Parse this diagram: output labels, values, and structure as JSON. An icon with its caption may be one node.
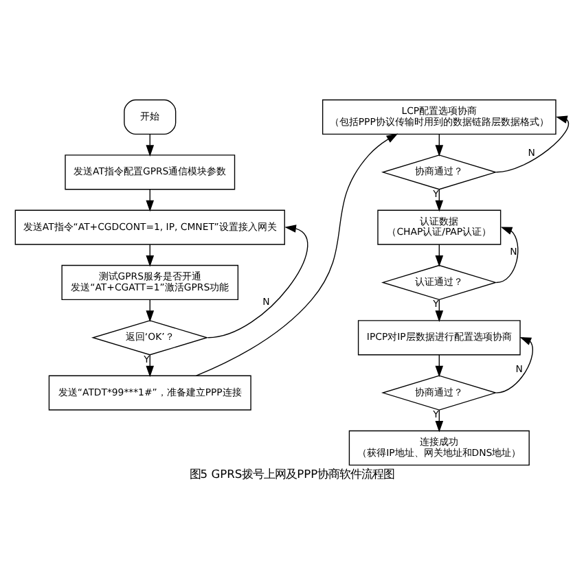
{
  "diagram": {
    "caption": "图5 GPRS拨号上网及PPP协商软件流程图",
    "nodes": [
      {
        "text": [
          "开始"
        ]
      },
      {
        "text": [
          "发送AT指令配置GPRS通信模块参数"
        ]
      },
      {
        "text": [
          "发送AT指令“AT+CGDCONT=1, IP, CMNET”设置接入网关"
        ]
      },
      {
        "text": [
          "测试GPRS服务是否开通",
          "发送“AT+CGATT=1”激活GPRS功能"
        ]
      },
      {
        "text": [
          "返回‘OK’？"
        ]
      },
      {
        "text": [
          "发送“ATDT*99***1#”，准备建立PPP连接"
        ]
      },
      {
        "text": [
          "LCP配置选项协商",
          "（包括PPP协议传输时用到的数据链路层数据格式）"
        ]
      },
      {
        "text": [
          "协商通过？"
        ]
      },
      {
        "text": [
          "认证数据",
          "（CHAP认证/PAP认证）"
        ]
      },
      {
        "text": [
          "认证通过？"
        ]
      },
      {
        "text": [
          "IPCP对IP层数据进行配置选项协商"
        ]
      },
      {
        "text": [
          "协商通过？"
        ]
      },
      {
        "text": [
          "连接成功",
          "（获得IP地址、网关地址和DNS地址）"
        ]
      }
    ],
    "edges": [
      {
        "from": 0,
        "to": 1,
        "arrow": "to"
      },
      {
        "from": 1,
        "to": 2,
        "arrow": "to"
      },
      {
        "from": 2,
        "to": 3,
        "arrow": "to"
      },
      {
        "from": 3,
        "to": 4,
        "arrow": "to"
      },
      {
        "from": 4,
        "to": 5,
        "arrow": "to",
        "label": "Y"
      },
      {
        "from": 4,
        "to": 2,
        "arrow": "to",
        "label": "N"
      },
      {
        "from": 5,
        "to": 6,
        "arrow": "to"
      },
      {
        "from": 6,
        "to": 7,
        "arrow": "to"
      },
      {
        "from": 7,
        "to": 8,
        "arrow": "to",
        "label": "Y"
      },
      {
        "from": 7,
        "to": 6,
        "arrow": "to",
        "label": "N"
      },
      {
        "from": 8,
        "to": 9,
        "arrow": "to"
      },
      {
        "from": 9,
        "to": 10,
        "arrow": "to",
        "label": "Y"
      },
      {
        "from": 9,
        "to": 8,
        "arrow": "to",
        "label": "N"
      },
      {
        "from": 10,
        "to": 11,
        "arrow": "to"
      },
      {
        "from": 11,
        "to": 12,
        "arrow": "to",
        "label": "Y"
      },
      {
        "from": 11,
        "to": 10,
        "arrow": "to",
        "label": "N"
      }
    ]
  }
}
